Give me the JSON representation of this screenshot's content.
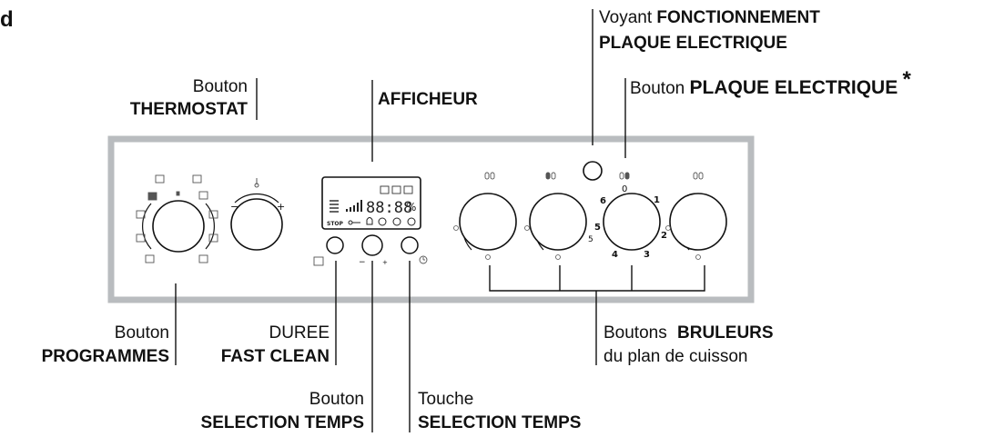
{
  "corner_letter": "d",
  "labels": {
    "voyant_line1_normal": "Voyant",
    "voyant_line1_bold": "FONCTIONNEMENT",
    "voyant_line2": "PLAQUE ELECTRIQUE",
    "bouton_plaque_normal": "Bouton",
    "bouton_plaque_bold": "PLAQUE ELECTRIQUE",
    "bouton_plaque_star": "*",
    "thermostat_line1": "Bouton",
    "thermostat_line2": "THERMOSTAT",
    "afficheur": "AFFICHEUR",
    "programmes_line1": "Bouton",
    "programmes_line2": "PROGRAMMES",
    "duree_line1": "DUREE",
    "duree_line2": "FAST CLEAN",
    "selection_bouton_line1": "Bouton",
    "selection_bouton_line2": "SELECTION TEMPS",
    "selection_touche_line1": "Touche",
    "selection_touche_line2": "SELECTION TEMPS",
    "bruleurs_normal": "Boutons",
    "bruleurs_bold": "BRULEURS",
    "bruleurs_line2": "du plan de cuisson"
  },
  "display": {
    "time": "88:88",
    "unit": "%",
    "stop": "STOP"
  },
  "knob_marks": {
    "thermo_minus": "−",
    "thermo_plus": "+",
    "timer_minus": "−",
    "timer_plus": "+",
    "burner2_five": "5",
    "hotplate_zero": "0",
    "hotplate_one": "1",
    "hotplate_two": "2",
    "hotplate_three": "3",
    "hotplate_four": "4",
    "hotplate_five": "5",
    "hotplate_six": "6"
  },
  "colors": {
    "panel_border": "#b9bcbf",
    "line": "#111111",
    "icon": "#555555"
  },
  "icons": [
    "thermometer-icon",
    "clock-icon",
    "key-icon",
    "bell-icon",
    "flame-icon"
  ]
}
